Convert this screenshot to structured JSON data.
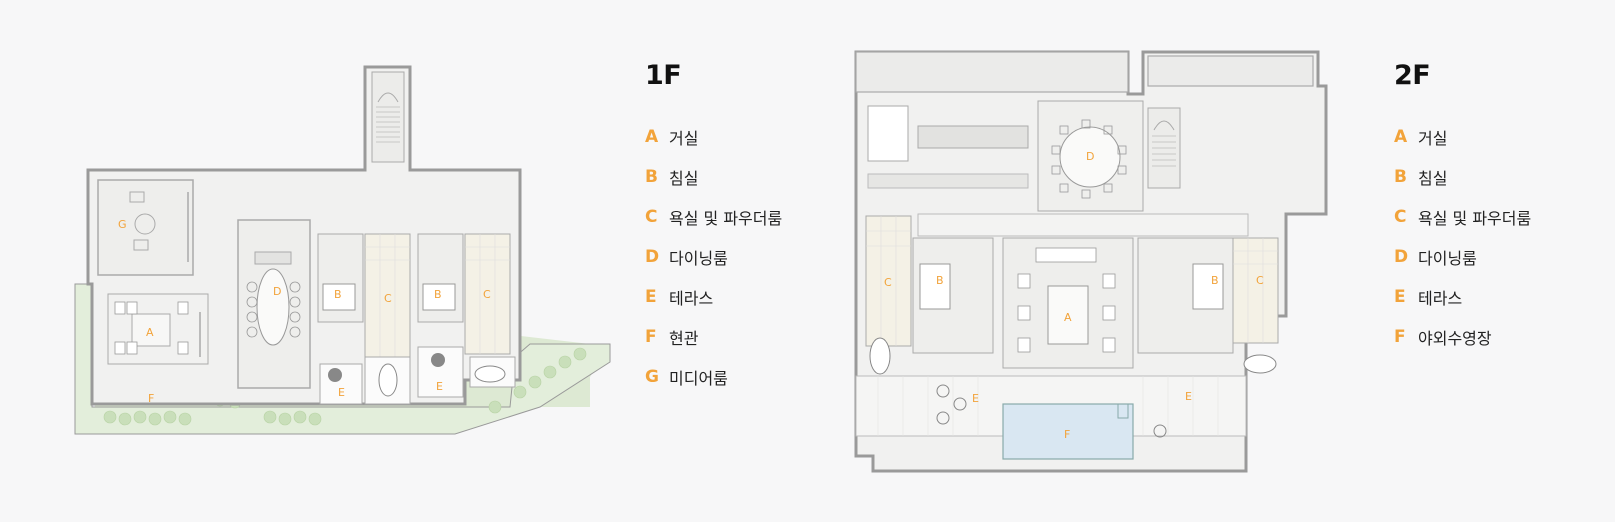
{
  "floors": [
    {
      "title": "1F",
      "rooms": [
        {
          "key": "A",
          "label": "거실"
        },
        {
          "key": "B",
          "label": "침실"
        },
        {
          "key": "C",
          "label": "욕실 및 파우더룸"
        },
        {
          "key": "D",
          "label": "다이닝룸"
        },
        {
          "key": "E",
          "label": "테라스"
        },
        {
          "key": "F",
          "label": "현관"
        },
        {
          "key": "G",
          "label": "미디어룸"
        }
      ]
    },
    {
      "title": "2F",
      "rooms": [
        {
          "key": "A",
          "label": "거실"
        },
        {
          "key": "B",
          "label": "침실"
        },
        {
          "key": "C",
          "label": "욕실 및 파우더룸"
        },
        {
          "key": "D",
          "label": "다이닝룸"
        },
        {
          "key": "E",
          "label": "테라스"
        },
        {
          "key": "F",
          "label": "야외수영장"
        }
      ]
    }
  ],
  "plan_labels": {
    "f1": [
      "G",
      "A",
      "D",
      "B",
      "C",
      "B",
      "C",
      "F",
      "E",
      "E"
    ],
    "f2": [
      "D",
      "C",
      "B",
      "A",
      "B",
      "C",
      "E",
      "F",
      "E"
    ]
  },
  "colors": {
    "accent": "#f2a33a",
    "wall": "#9a9a9a",
    "floor": "#f1f1f0",
    "garden": "#d9e8cf",
    "pool": "#dbe8f2"
  }
}
